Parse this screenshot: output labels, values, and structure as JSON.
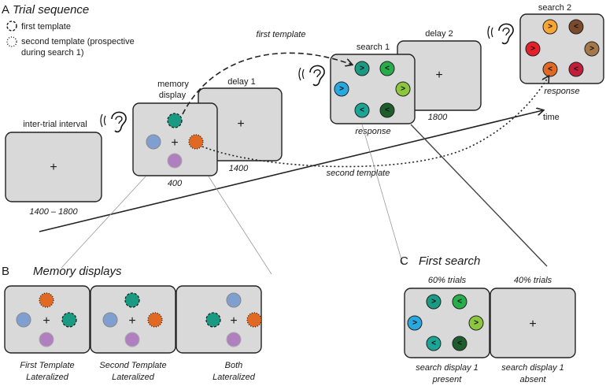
{
  "panel_a": {
    "letter": "A",
    "title": "Trial sequence",
    "legend_first": "first template",
    "legend_second_line1": "second template (prospective",
    "legend_second_line2": "during search 1)",
    "iti_label": "inter-trial interval",
    "iti_duration": "1400 – 1800",
    "memory_label_line1": "memory",
    "memory_label_line2": "display",
    "memory_duration": "400",
    "delay1_label": "delay 1",
    "delay1_duration": "1400",
    "search1_label": "search 1",
    "search1_response": "response",
    "delay2_label": "delay 2",
    "delay2_duration": "1800",
    "search2_label": "search 2",
    "search2_response": "response",
    "arrow_first": "first template",
    "arrow_second": "second template",
    "time_label": "time",
    "fixation": "+"
  },
  "panel_b": {
    "letter": "B",
    "title": "Memory displays",
    "captions": [
      [
        "First Template",
        "Lateralized"
      ],
      [
        "Second Template",
        "Lateralized"
      ],
      [
        "Both",
        "Lateralized"
      ]
    ]
  },
  "panel_c": {
    "letter": "C",
    "title": "First search",
    "present_pct": "60% trials",
    "absent_pct": "40% trials",
    "present_caption": [
      "search display 1",
      "present"
    ],
    "absent_caption": [
      "search display 1",
      "absent"
    ]
  },
  "colors": {
    "teal": "#1a9a82",
    "orange": "#e06a23",
    "blue_grey": "#7f9fd0",
    "purple": "#b07fc0",
    "sky": "#29a8e0",
    "green": "#27ae4a",
    "lime": "#8cc63f",
    "dark_green": "#1e5e2c",
    "search2_yellow": "#f7a634",
    "search2_brown": "#7a4a2a",
    "search2_red": "#e5202a",
    "search2_tan": "#a4784a",
    "search2_orange": "#e06a23",
    "search2_crimson": "#c21e3a"
  },
  "search1_symbols": [
    ">",
    "<",
    ">",
    ">",
    "<",
    "<"
  ],
  "search2_symbols": [
    ">",
    "<",
    ">",
    ">",
    "<",
    "<"
  ],
  "icons": [
    "ear-icon"
  ]
}
